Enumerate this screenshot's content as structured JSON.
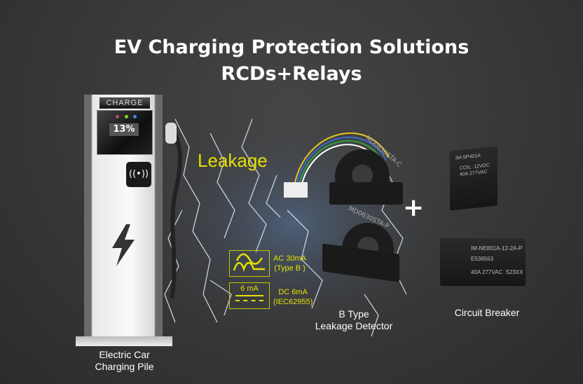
{
  "title": {
    "line1": "EV Charging Protection Solutions",
    "line2": "RCDs+Relays"
  },
  "charger": {
    "header": "CHARGE",
    "display": "13%",
    "label_line1": "Electric Car",
    "label_line2": "Charging Pile",
    "icons": [
      "nfc-icon",
      "lightning-bolt-icon"
    ]
  },
  "leakage_label": "Leakage",
  "specs": {
    "ac": {
      "line1": "AC 30mA",
      "line2": "(Type B )"
    },
    "dc": {
      "badge": "6 mA",
      "line1": "DC 6mA",
      "line2": "(IEC62955)"
    }
  },
  "detector": {
    "model_top": "MD0630STA-C",
    "model_bottom": "MD0630STA-P",
    "label_line1": "B Type",
    "label_line2": "Leakage Detector"
  },
  "plus": "+",
  "relays": {
    "small": {
      "model": "IM-SP401A",
      "coil": "COIL: 12VDC",
      "rating": "40A 277VAC"
    },
    "large": {
      "model": "IM-NE801A-12-2A-P",
      "cert": "E536563",
      "rating": "40A 277VAC",
      "code": "S23XX"
    },
    "label": "Circuit Breaker"
  },
  "colors": {
    "accent": "#e6e000",
    "background": "#3a3a3a",
    "lightning": "#cfe0ff"
  }
}
